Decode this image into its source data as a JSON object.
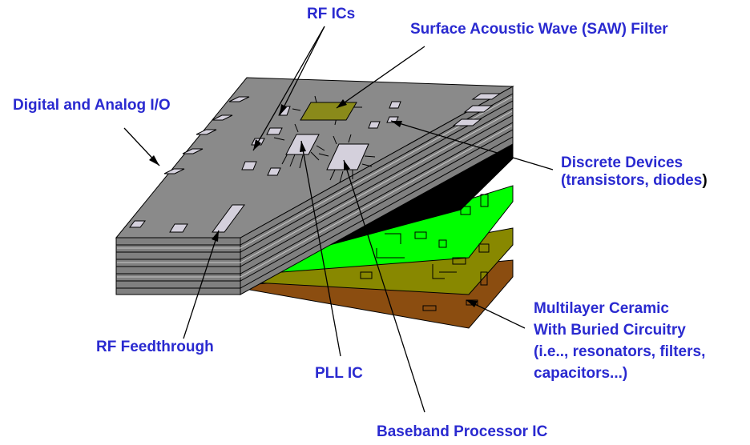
{
  "labels": {
    "rf_ics": "RF ICs",
    "saw_filter": "Surface Acoustic Wave (SAW) Filter",
    "digital_analog_io": "Digital and Analog I/O",
    "discrete_devices_line1": "Discrete Devices",
    "discrete_devices_line2": "(transistors, diodes",
    "discrete_devices_paren": ")",
    "multilayer_line1": "Multilayer Ceramic",
    "multilayer_line2": "With Buried Circuitry",
    "multilayer_line3": "(i.e.., resonators, filters,",
    "multilayer_line4": "capacitors...)",
    "rf_feedthrough": "RF Feedthrough",
    "pll_ic": "PLL IC",
    "baseband_processor_ic": "Baseband Processor IC"
  },
  "colors": {
    "label_text": "#2a2ad0",
    "top_surface": "#8a8a8a",
    "layer_black": "#000000",
    "layer_bright_green": "#00ff00",
    "layer_olive": "#888800",
    "layer_brown": "#8b4d10",
    "pad": "#d4d0dc",
    "saw_filter": "#8a8a1a"
  }
}
